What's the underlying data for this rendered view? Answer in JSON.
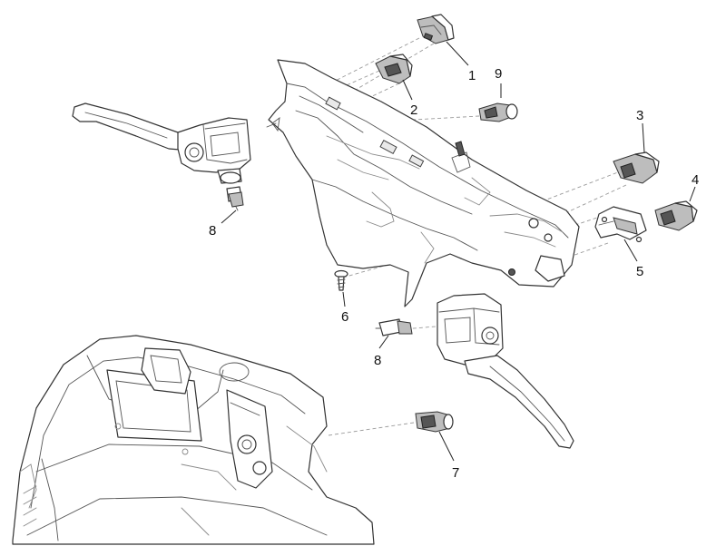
{
  "callouts": {
    "c1": "1",
    "c2": "2",
    "c3": "3",
    "c4": "4",
    "c5": "5",
    "c6": "6",
    "c7": "7",
    "c8_left": "8",
    "c8_right": "8",
    "c9": "9"
  },
  "colors": {
    "line": "#333333",
    "leader": "#222222",
    "dashed": "#9a9a9a",
    "background": "#ffffff"
  }
}
